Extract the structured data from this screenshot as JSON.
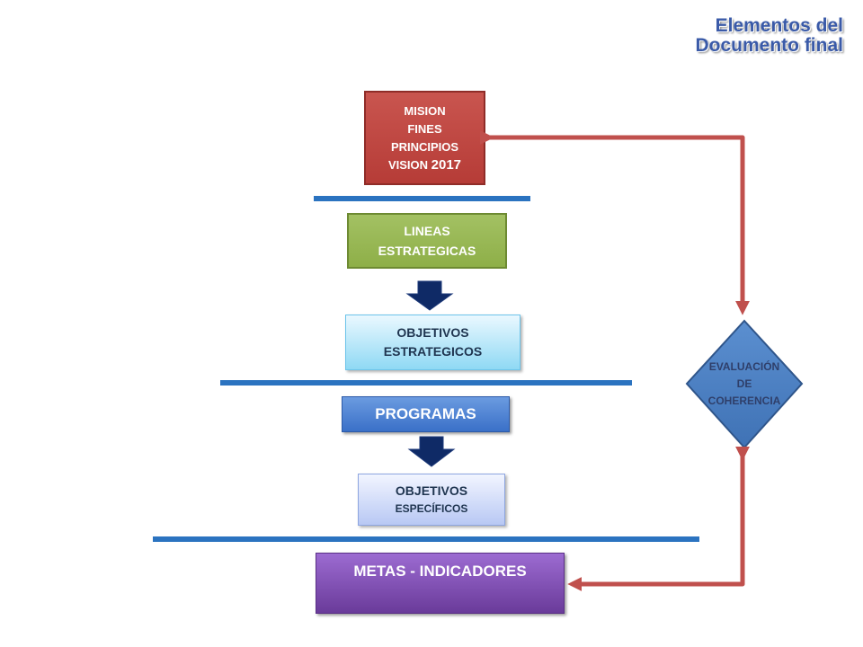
{
  "header": {
    "title_line1": "Elementos del",
    "title_line2": "Documento final"
  },
  "boxes": {
    "mision": {
      "line1": "MISION",
      "line2": "FINES",
      "line3": "PRINCIPIOS",
      "line4a": "VISION",
      "line4b": "2017"
    },
    "lineas": {
      "line1": "LINEAS",
      "line2": "ESTRATEGICAS"
    },
    "objetivos_estrategicos": {
      "line1": "OBJETIVOS",
      "line2": "ESTRATEGICOS"
    },
    "programas": {
      "label": "PROGRAMAS"
    },
    "objetivos_especificos": {
      "line1": "OBJETIVOS",
      "line2": "ESPECÍFICOS"
    },
    "metas": {
      "label": "METAS - INDICADORES"
    }
  },
  "evaluacion": {
    "line1": "EVALUACIÓN",
    "line2": "DE",
    "line3": "COHERENCIA"
  },
  "colors": {
    "feedback_arrow": "#c0504d",
    "separator": "#2b73c0",
    "flow_arrow": "#0f2a66",
    "diamond": "#4f81bd"
  }
}
